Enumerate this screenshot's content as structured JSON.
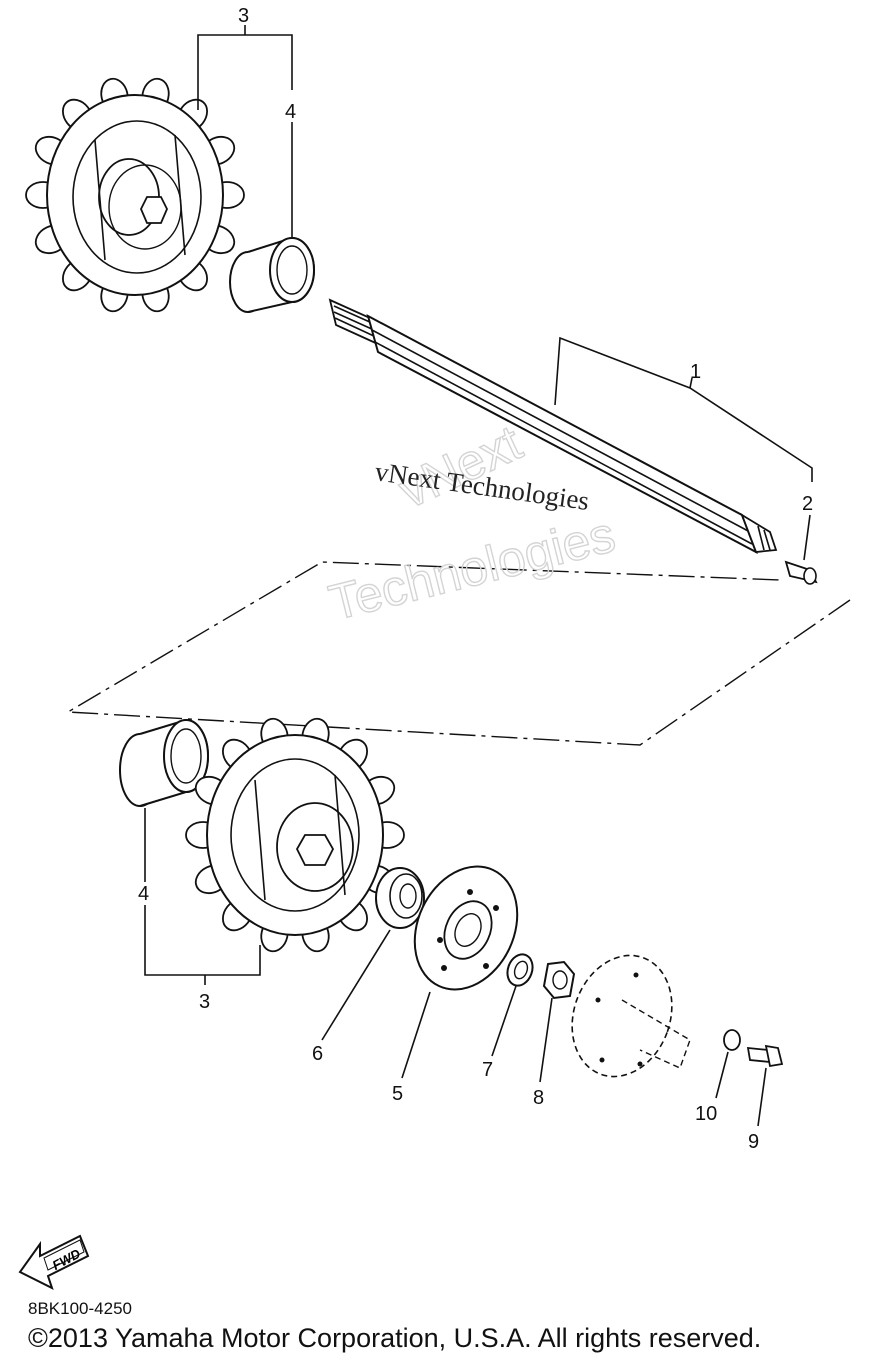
{
  "diagram": {
    "code": "8BK100-4250",
    "copyright": "©2013 Yamaha Motor Corporation, U.S.A. All rights reserved.",
    "fwd_label": "FWD",
    "watermark": {
      "serif": "vNext Technologies",
      "outline_line1": "vNext",
      "outline_line2": "Technologies"
    },
    "callouts": {
      "c1": "1",
      "c2": "2",
      "c3_top": "3",
      "c4_top": "4",
      "c3_bottom": "3",
      "c4_bottom": "4",
      "c5": "5",
      "c6": "6",
      "c7": "7",
      "c8": "8",
      "c9": "9",
      "c10": "10"
    },
    "parts": [
      {
        "ref": "1",
        "icon": "drive-shaft"
      },
      {
        "ref": "2",
        "icon": "plug-bolt"
      },
      {
        "ref": "3",
        "icon": "sprocket"
      },
      {
        "ref": "4",
        "icon": "spacer-collar"
      },
      {
        "ref": "5",
        "icon": "bearing-flange-plate"
      },
      {
        "ref": "6",
        "icon": "ball-bearing"
      },
      {
        "ref": "7",
        "icon": "washer"
      },
      {
        "ref": "8",
        "icon": "nut"
      },
      {
        "ref": "9",
        "icon": "bolt"
      },
      {
        "ref": "10",
        "icon": "lock-washer"
      }
    ]
  }
}
